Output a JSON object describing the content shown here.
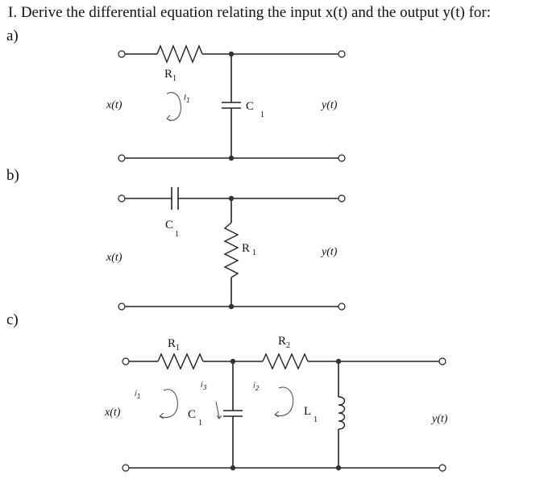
{
  "problem": {
    "title": "I. Derive the differential equation relating the input x(t) and the output y(t) for:"
  },
  "circuits": {
    "a": {
      "part_label": "a)",
      "input": "x(t)",
      "output": "y(t)",
      "r1": {
        "letter": "R",
        "sub": "1"
      },
      "c1": {
        "letter": "C",
        "sub": "1"
      },
      "current": {
        "letter": "I",
        "sub": "1"
      }
    },
    "b": {
      "part_label": "b)",
      "input": "x(t)",
      "output": "y(t)",
      "c1": {
        "letter": "C",
        "sub": "1"
      },
      "r1": {
        "letter": "R",
        "sub": "1"
      }
    },
    "c": {
      "part_label": "c)",
      "input": "x(t)",
      "output": "y(t)",
      "r1": {
        "letter": "R",
        "sub": "1"
      },
      "r2": {
        "letter": "R",
        "sub": "2"
      },
      "c1": {
        "letter": "C",
        "sub": "1"
      },
      "l1": {
        "letter": "L",
        "sub": "1"
      },
      "i1": {
        "letter": "i",
        "sub": "1"
      },
      "i2": {
        "letter": "i",
        "sub": "2"
      },
      "i3": {
        "letter": "i",
        "sub": "3"
      }
    }
  }
}
